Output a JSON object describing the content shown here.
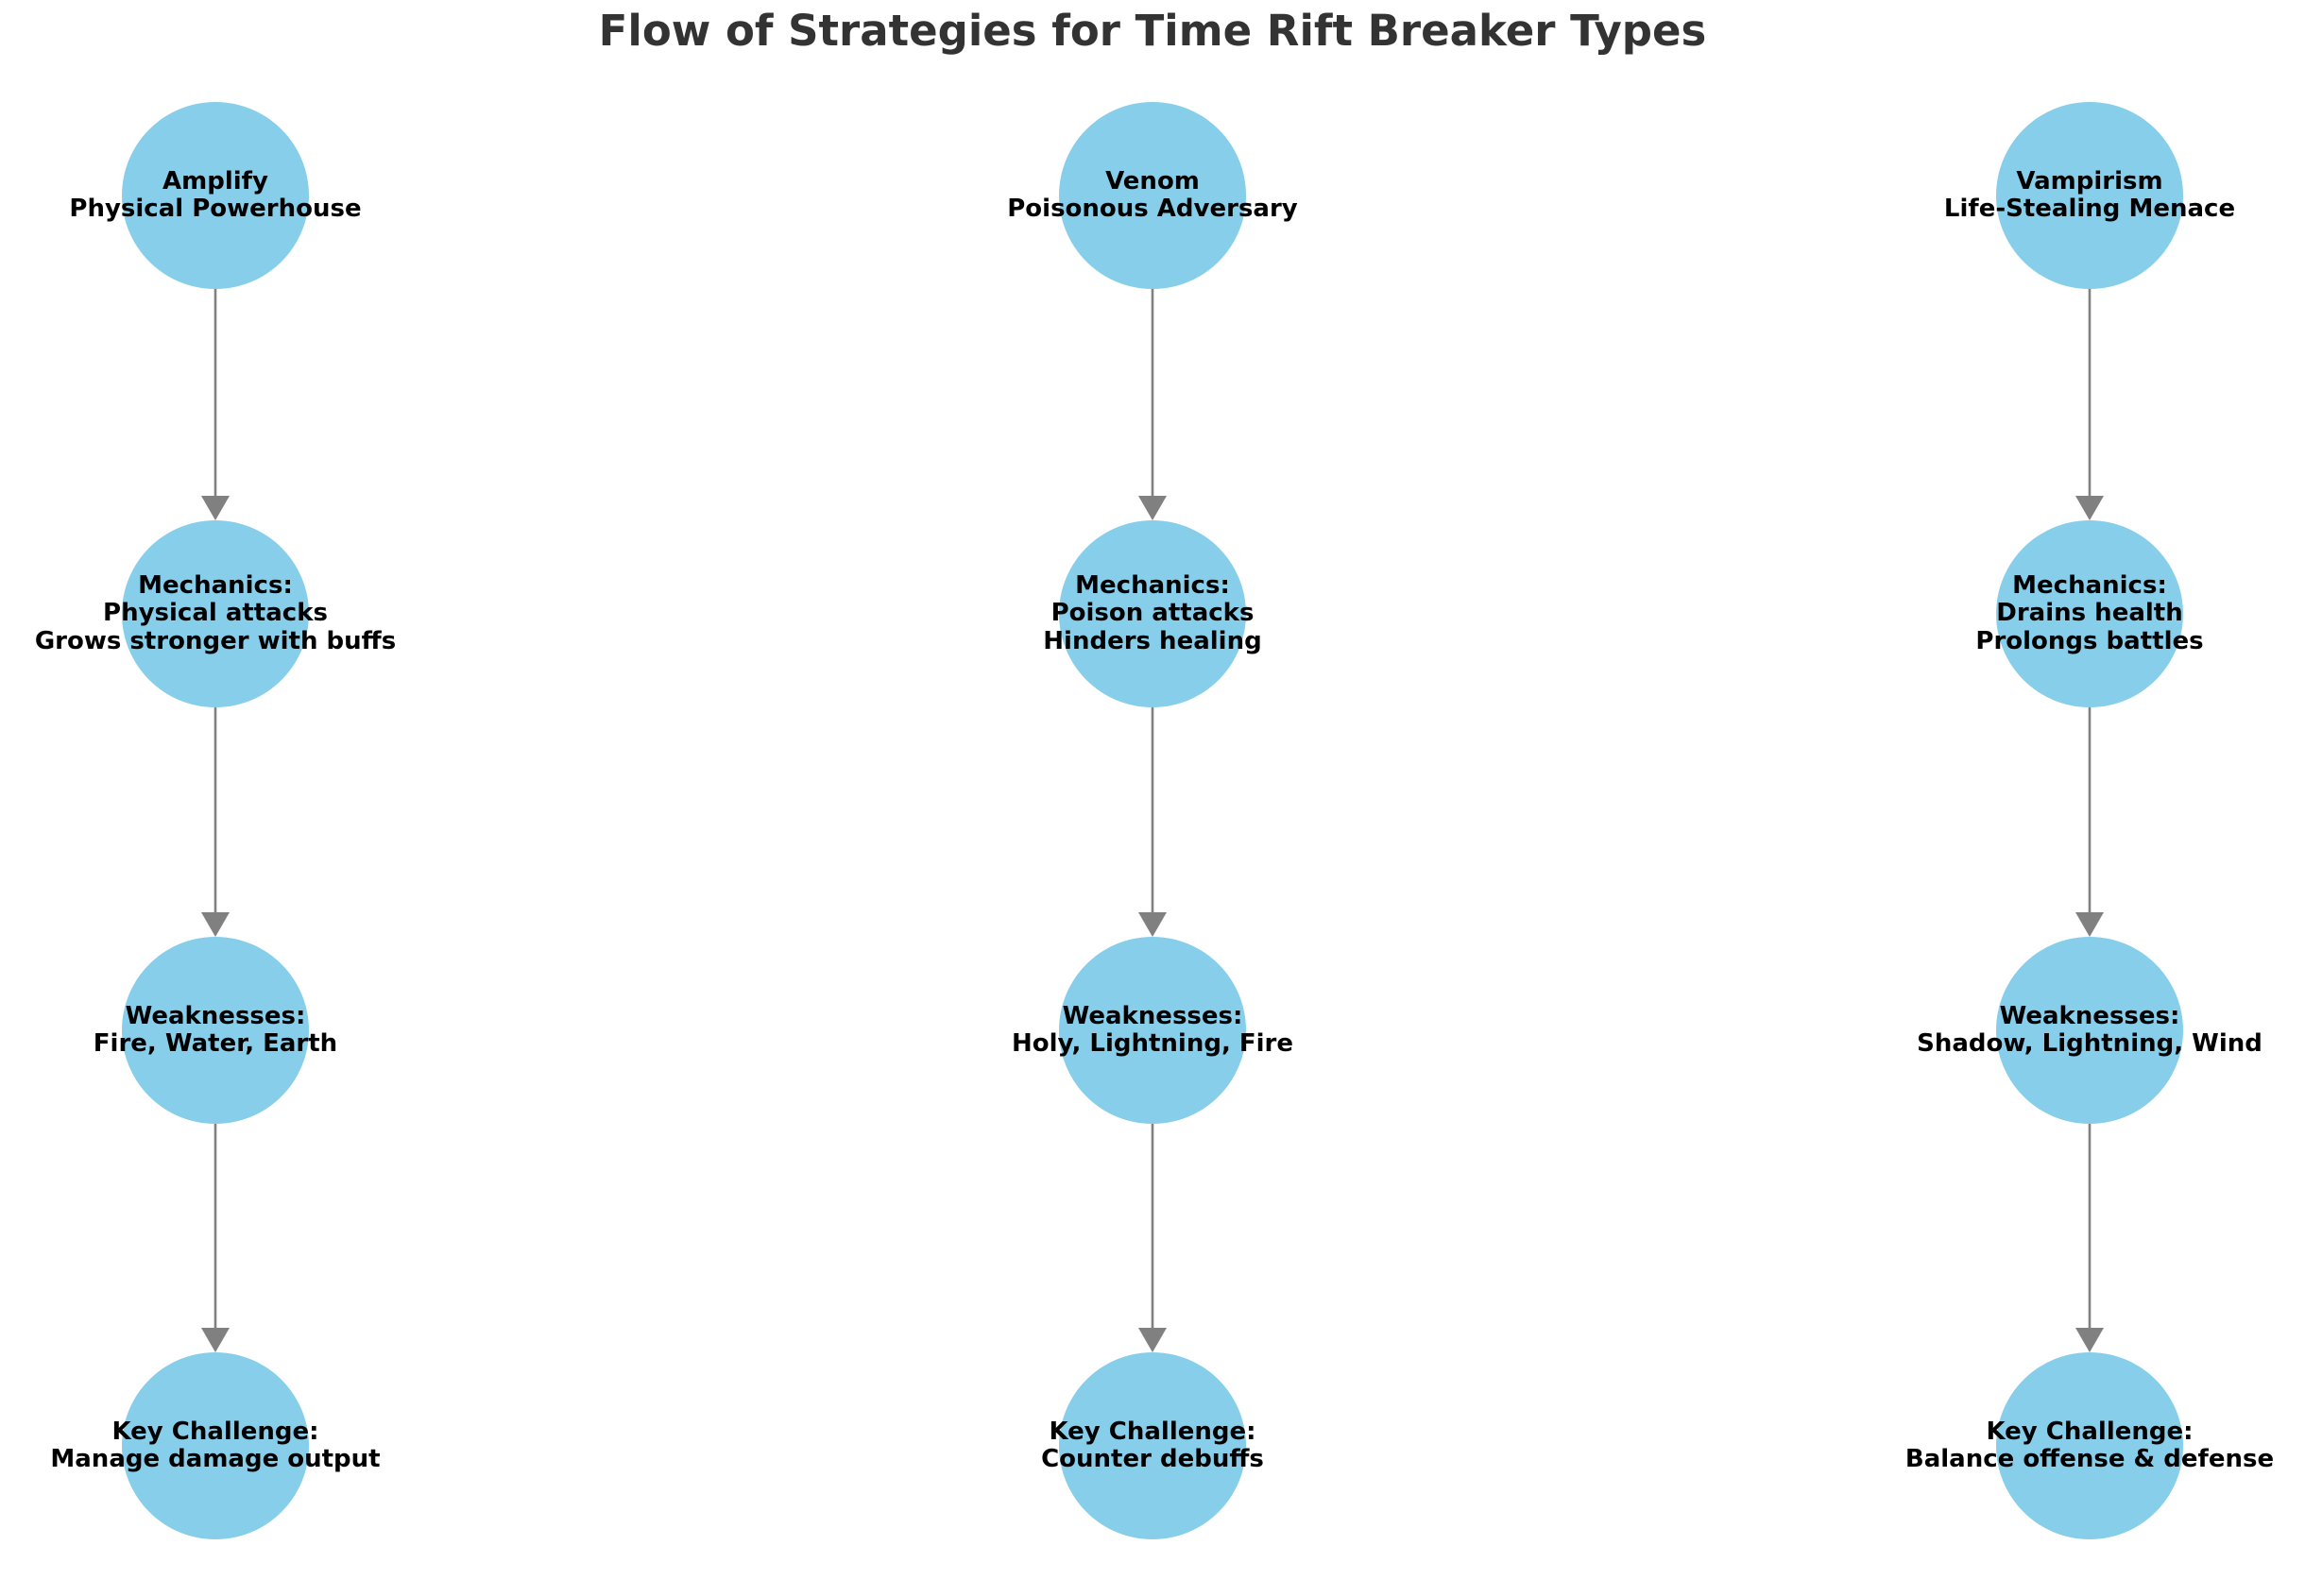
{
  "title": "Flow of Strategies for Time Rift Breaker Types",
  "colors": {
    "node_fill": "#87CEEB",
    "arrow": "#808080",
    "title_text": "#333333",
    "node_text": "#000000",
    "background": "#ffffff"
  },
  "diagram": {
    "columns": [
      {
        "breaker_type": "Amplify",
        "nodes": [
          {
            "role": "type",
            "lines": [
              "Amplify",
              "Physical Powerhouse"
            ]
          },
          {
            "role": "mechanics",
            "lines": [
              "Mechanics:",
              "Physical attacks",
              "Grows stronger with buffs"
            ]
          },
          {
            "role": "weaknesses",
            "lines": [
              "Weaknesses:",
              "Fire, Water, Earth"
            ]
          },
          {
            "role": "challenge",
            "lines": [
              "Key Challenge:",
              "Manage damage output"
            ]
          }
        ]
      },
      {
        "breaker_type": "Venom",
        "nodes": [
          {
            "role": "type",
            "lines": [
              "Venom",
              "Poisonous Adversary"
            ]
          },
          {
            "role": "mechanics",
            "lines": [
              "Mechanics:",
              "Poison attacks",
              "Hinders healing"
            ]
          },
          {
            "role": "weaknesses",
            "lines": [
              "Weaknesses:",
              "Holy, Lightning, Fire"
            ]
          },
          {
            "role": "challenge",
            "lines": [
              "Key Challenge:",
              "Counter debuffs"
            ]
          }
        ]
      },
      {
        "breaker_type": "Vampirism",
        "nodes": [
          {
            "role": "type",
            "lines": [
              "Vampirism",
              "Life-Stealing Menace"
            ]
          },
          {
            "role": "mechanics",
            "lines": [
              "Mechanics:",
              "Drains health",
              "Prolongs battles"
            ]
          },
          {
            "role": "weaknesses",
            "lines": [
              "Weaknesses:",
              "Shadow, Lightning, Wind"
            ]
          },
          {
            "role": "challenge",
            "lines": [
              "Key Challenge:",
              "Balance offense & defense"
            ]
          }
        ]
      }
    ]
  }
}
